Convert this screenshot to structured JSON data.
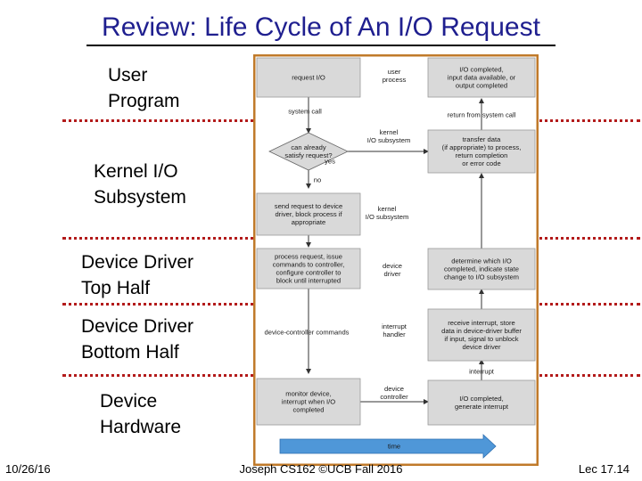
{
  "slide": {
    "title": "Review: Life Cycle of An I/O Request",
    "footer": {
      "date": "10/26/16",
      "credit": "Joseph CS162 ©UCB Fall 2016",
      "page": "Lec 17.14"
    }
  },
  "layers": [
    {
      "label": "User\nProgram"
    },
    {
      "label": "Kernel I/O\nSubsystem"
    },
    {
      "label": "Device Driver\nTop Half"
    },
    {
      "label": "Device Driver\nBottom Half"
    },
    {
      "label": "Device\nHardware"
    }
  ],
  "diagram": {
    "frame_color": "#c07a2a",
    "left_boxes": [
      "request I/O",
      "send request to device\ndriver, block process if\nappropriate",
      "process request, issue\ncommands to controller,\nconfigure controller to\nblock until interrupted",
      "monitor device,\ninterrupt when I/O\ncompleted"
    ],
    "decision": "can already\nsatisfy request?",
    "decision_yes": "yes",
    "decision_no": "no",
    "left_arrow_labels": [
      "system call",
      "device-controller commands"
    ],
    "right_boxes": [
      "I/O completed,\ninput data available, or\noutput completed",
      "transfer data\n(if appropriate) to process,\nreturn completion\nor error code",
      "determine which I/O\ncompleted, indicate state\nchange to I/O subsystem",
      "receive interrupt, store\ndata in device-driver buffer\nif input, signal to unblock\ndevice driver",
      "I/O completed,\ngenerate interrupt"
    ],
    "right_arrow_labels": [
      "return from system call",
      "interrupt"
    ],
    "middle_labels": [
      "user\nprocess",
      "kernel\nI/O subsystem",
      "kernel\nI/O subsystem",
      "device\ndriver",
      "interrupt\nhandler",
      "device\ncontroller"
    ],
    "time_label": "time"
  }
}
